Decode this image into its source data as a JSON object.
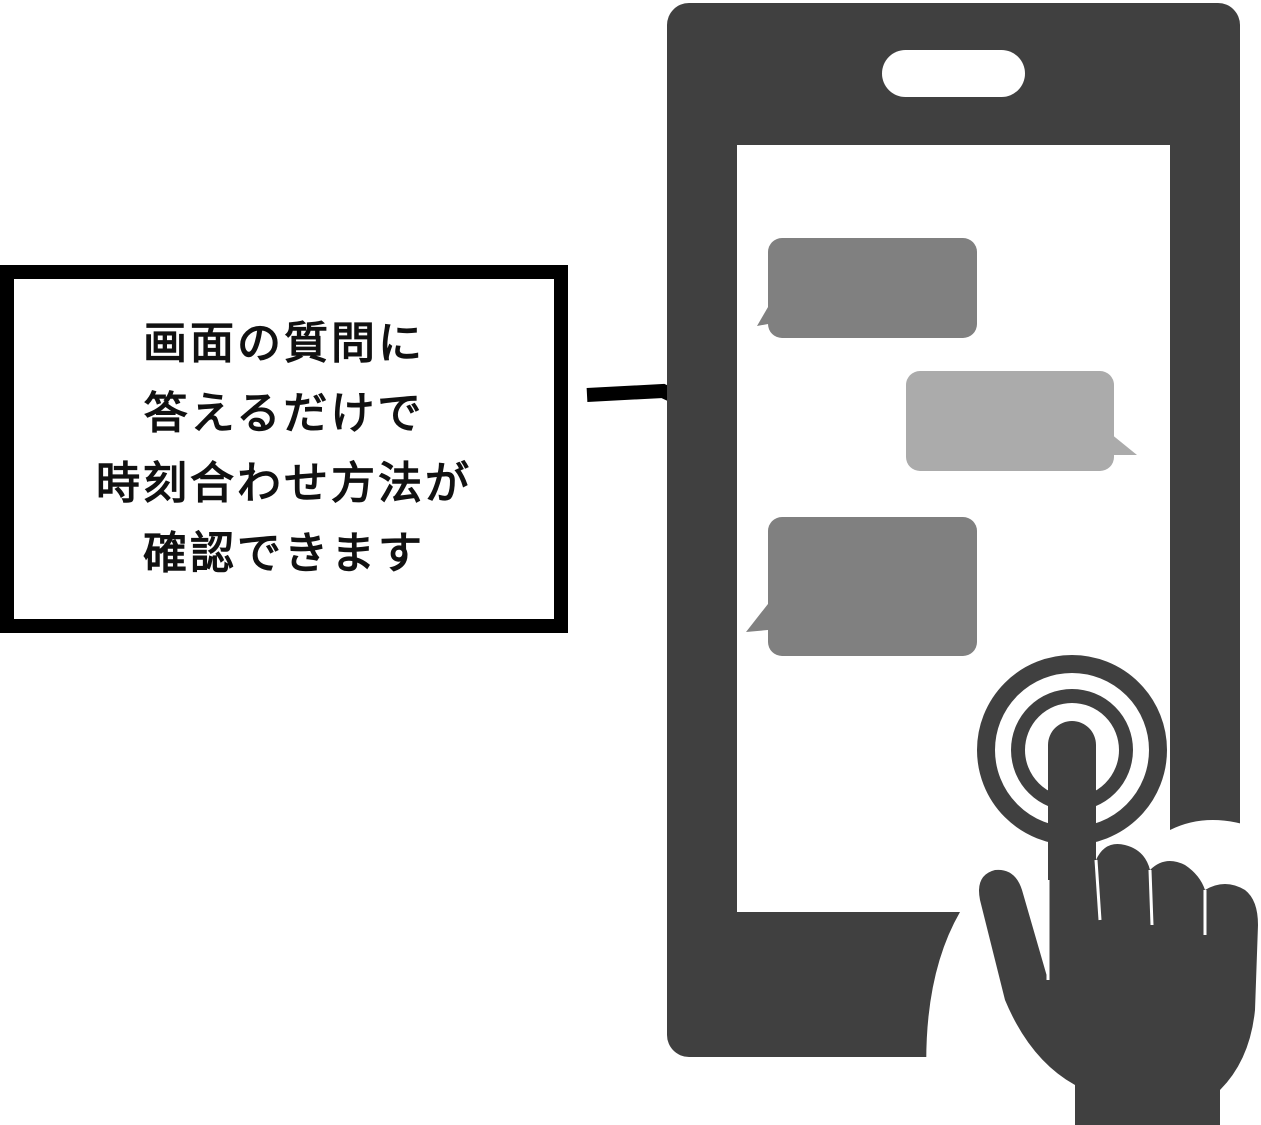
{
  "callout": {
    "lines": [
      "画面の質問に",
      "答えるだけで",
      "時刻合わせ方法が",
      "確認できます"
    ]
  },
  "colors": {
    "phone": "#404040",
    "bubble_dark": "#808080",
    "bubble_light": "#ababab",
    "screen": "#ffffff"
  },
  "icons": [
    "smartphone-icon",
    "chat-bubble-icon",
    "tap-hand-icon"
  ]
}
